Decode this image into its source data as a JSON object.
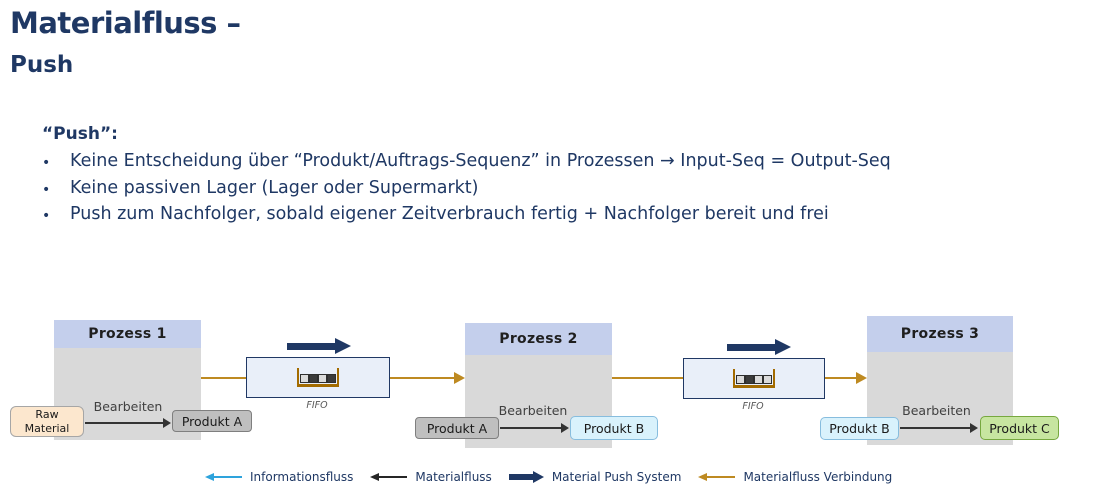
{
  "slide": {
    "title_line1": "Materialfluss –",
    "title_line2": "Push"
  },
  "bullets": {
    "heading": "“Push”:",
    "items": [
      "Keine Entscheidung über “Produkt/Auftrags-Sequenz” in Prozessen → Input-Seq = Output-Seq",
      "Keine passiven Lager (Lager oder Supermarkt)",
      "Push zum Nachfolger, sobald eigener Zeitverbrauch fertig + Nachfolger bereit und frei"
    ]
  },
  "diagram": {
    "processes": [
      {
        "name": "Prozess 1",
        "input": "Raw Material",
        "action": "Bearbeiten",
        "output": "Produkt A"
      },
      {
        "name": "Prozess 2",
        "input": "Produkt A",
        "action": "Bearbeiten",
        "output": "Produkt B"
      },
      {
        "name": "Prozess 3",
        "input": "Produkt B",
        "action": "Bearbeiten",
        "output": "Produkt C"
      }
    ],
    "fifos": [
      {
        "label": "FIFO",
        "cells": [
          "light",
          "dark",
          "light",
          "dark"
        ]
      },
      {
        "label": "FIFO",
        "cells": [
          "light",
          "dark",
          "light",
          "light"
        ]
      }
    ]
  },
  "legend": {
    "items": [
      {
        "label": "Informationsfluss",
        "color": "#2EA3DC",
        "direction": "left",
        "weight": "thin"
      },
      {
        "label": "Materialfluss",
        "color": "#262626",
        "direction": "left",
        "weight": "thin"
      },
      {
        "label": "Material Push System",
        "color": "#1F3864",
        "direction": "right",
        "weight": "thick"
      },
      {
        "label": "Materialfluss Verbindung",
        "color": "#BE8A21",
        "direction": "left",
        "weight": "thin"
      }
    ]
  },
  "colors": {
    "title_text": "#1F3864",
    "body_text": "#1F3864",
    "process_header_fill": "#C4CFEC",
    "process_body_fill": "#D9D9D9",
    "fifo_fill": "#E9EFF9",
    "fifo_border": "#203864",
    "push_arrow": "#1F3864",
    "connector_orange": "#BE8A21",
    "raw_material_fill": "#FCE7CE",
    "product_gray_fill": "#BFBFBF",
    "product_cyan_fill": "#D9F2FC",
    "product_green_fill": "#C7E5A0"
  }
}
